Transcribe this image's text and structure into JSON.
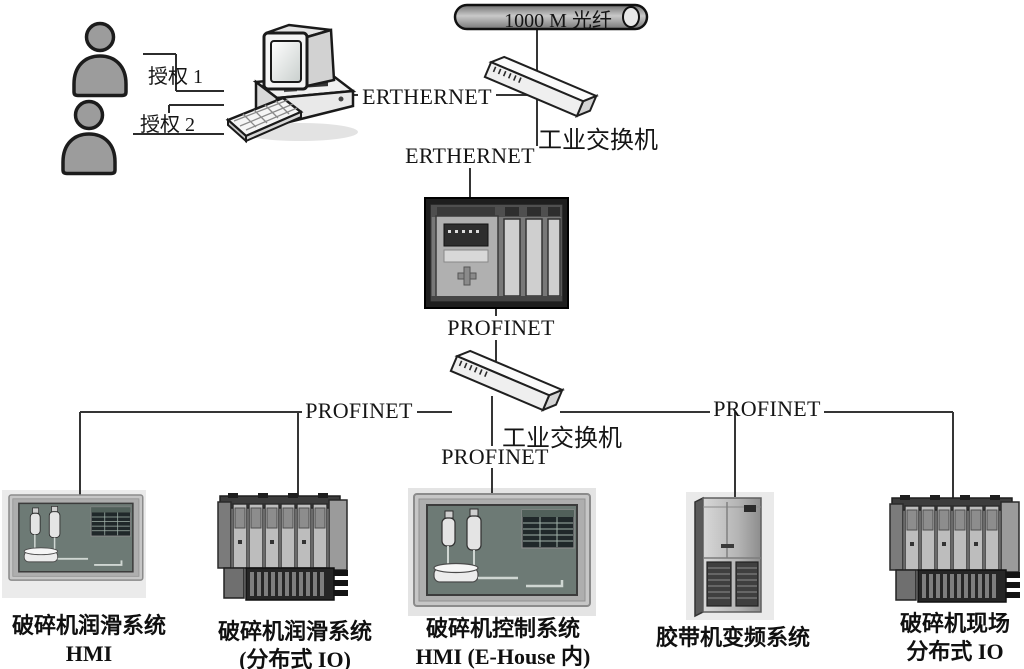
{
  "colors": {
    "line": "#353535",
    "text": "#151515",
    "background": "#ffffff"
  },
  "backbone": {
    "fiber_label": "1000 M 光纤",
    "ethernet_top_label": "ERTHERNET",
    "switch_top_label": "工业交换机",
    "ethernet_mid_label": "ERTHERNET",
    "profinet_plc_label": "PROFINET",
    "switch_mid_label": "工业交换机",
    "profinet_left_label": "PROFINET",
    "profinet_center_label": "PROFINET",
    "profinet_right_label": "PROFINET"
  },
  "operators": {
    "auth1_label": "授权 1",
    "auth2_label": "授权 2"
  },
  "devices": [
    {
      "line1": "破碎机润滑系统",
      "line2": "HMI"
    },
    {
      "line1": "破碎机润滑系统",
      "line2": "(分布式 IO)"
    },
    {
      "line1": "破碎机控制系统",
      "line2": "HMI (E-House 内)"
    },
    {
      "line1": "胶带机变频系统",
      "line2": ""
    },
    {
      "line1": "破碎机现场",
      "line2": "分布式 IO"
    }
  ]
}
